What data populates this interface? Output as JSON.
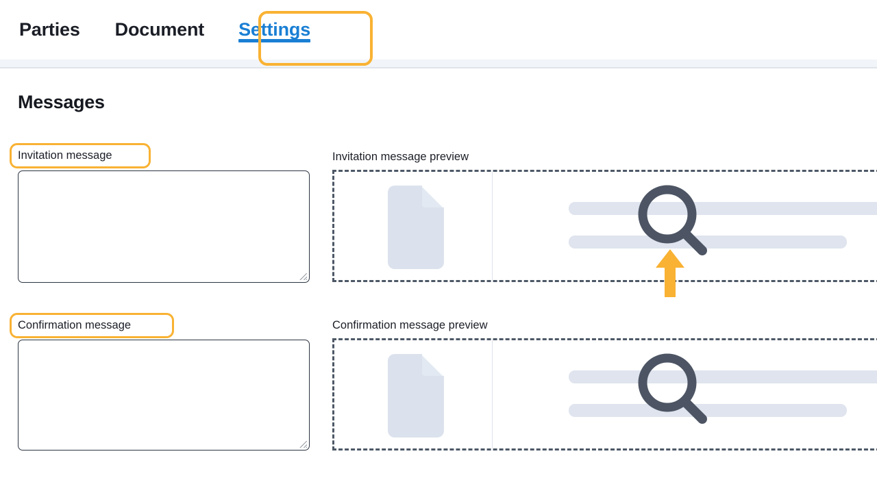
{
  "tabs": [
    {
      "id": "parties",
      "label": "Parties",
      "active": false,
      "highlighted": false
    },
    {
      "id": "document",
      "label": "Document",
      "active": false,
      "highlighted": false
    },
    {
      "id": "settings",
      "label": "Settings",
      "active": true,
      "highlighted": true
    }
  ],
  "page": {
    "title": "Messages"
  },
  "fields": {
    "invitation": {
      "label": "Invitation message",
      "value": "",
      "placeholder": "",
      "highlighted": true
    },
    "confirmation": {
      "label": "Confirmation message",
      "value": "",
      "placeholder": "",
      "highlighted": true
    }
  },
  "previews": {
    "invitation": {
      "label": "Invitation message preview",
      "has_pointer_arrow": true,
      "icons": [
        "document-placeholder-icon",
        "magnifier-icon"
      ]
    },
    "confirmation": {
      "label": "Confirmation message preview",
      "has_pointer_arrow": false,
      "icons": [
        "document-placeholder-icon",
        "magnifier-icon"
      ]
    }
  },
  "colors": {
    "highlight": "#f9b233",
    "active_tab": "#1a7fd4",
    "text": "#1b1e26",
    "dashed_border": "#4d5866",
    "placeholder_fill": "#dfe4ee",
    "magnifier": "#4d5564",
    "band": "#f1f4f8"
  }
}
